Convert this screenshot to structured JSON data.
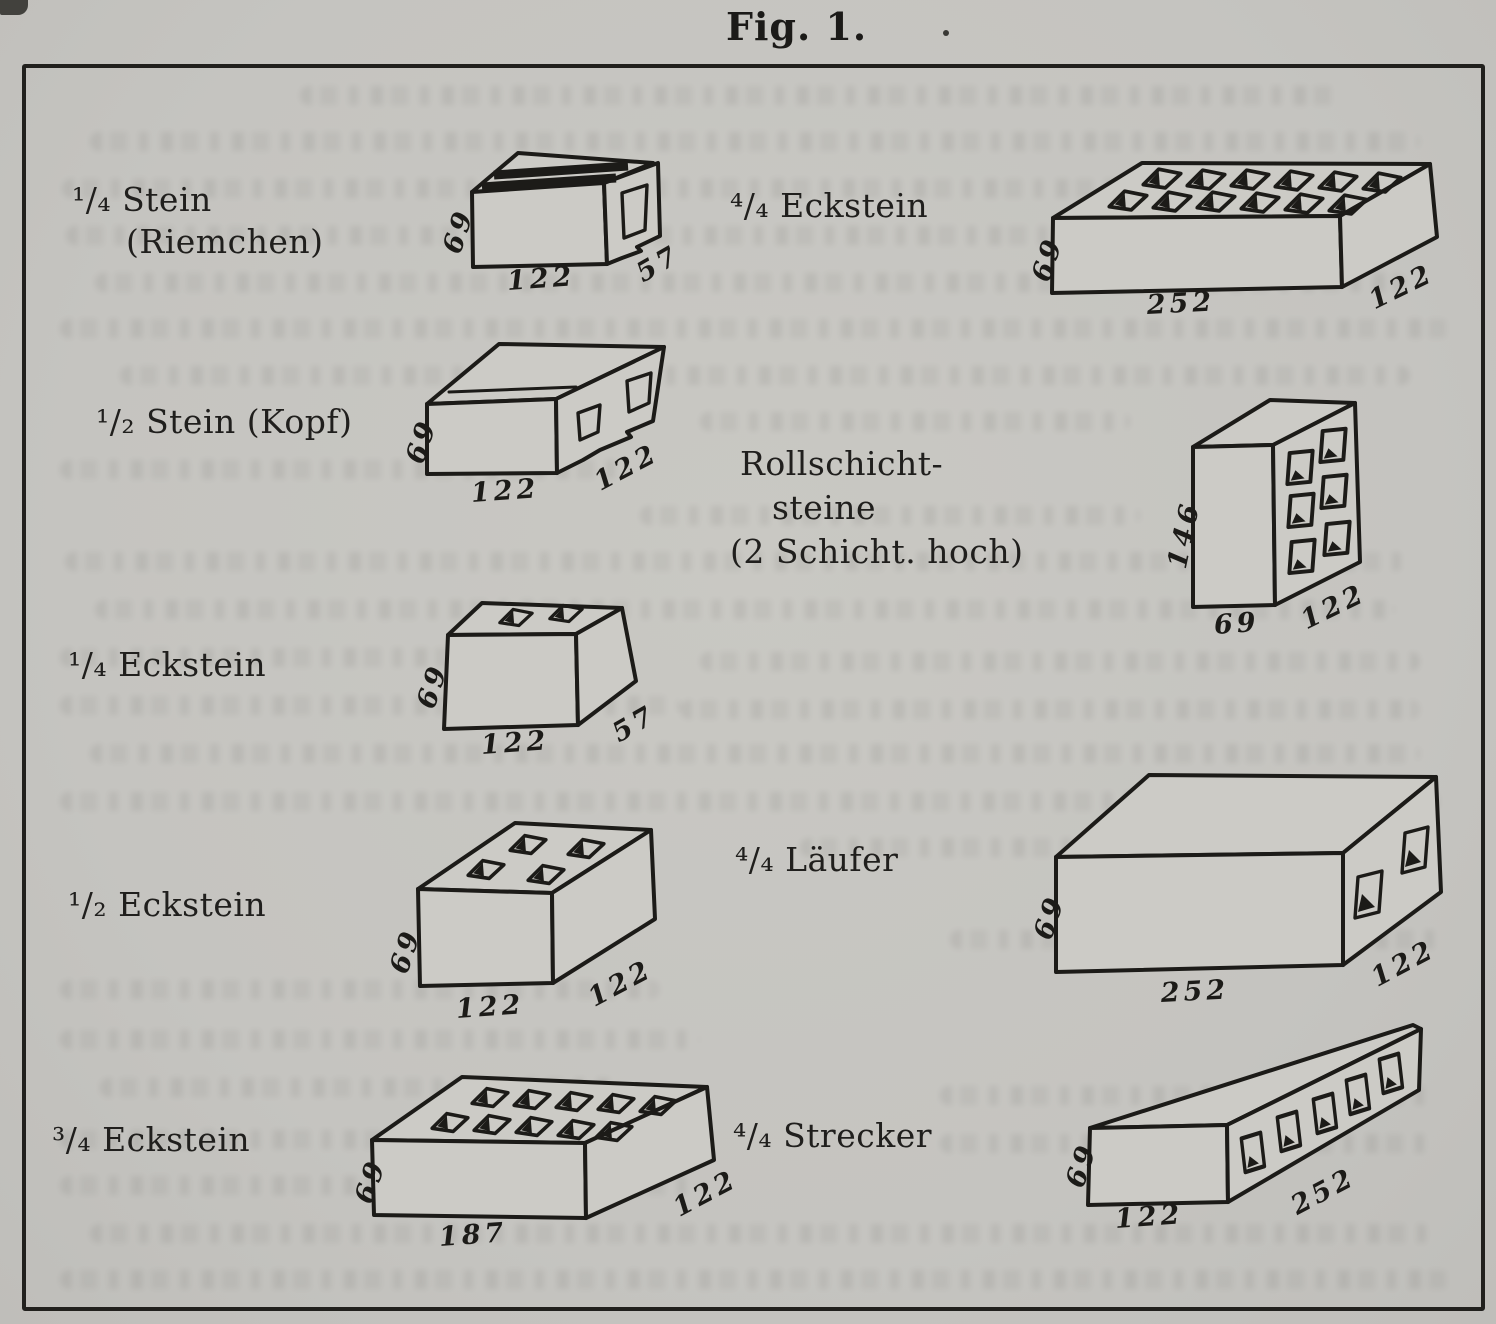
{
  "figure_title": "Fig. 1.",
  "items": [
    {
      "name": "quarter-stein-riemchen",
      "label_line1": "¹/₄ Stein",
      "label_line2": "(Riemchen)",
      "dims": {
        "height": "69",
        "width": "122",
        "depth": "57"
      }
    },
    {
      "name": "half-stein-kopf",
      "label_line1": "¹/₂ Stein (Kopf)",
      "dims": {
        "height": "69",
        "width": "122",
        "depth": "122"
      }
    },
    {
      "name": "quarter-eckstein",
      "label_line1": "¹/₄ Eckstein",
      "dims": {
        "height": "69",
        "width": "122",
        "depth": "57"
      }
    },
    {
      "name": "half-eckstein",
      "label_line1": "¹/₂ Eckstein",
      "dims": {
        "height": "69",
        "width": "122",
        "depth": "122"
      }
    },
    {
      "name": "threequarter-eckstein",
      "label_line1": "³/₄ Eckstein",
      "dims": {
        "height": "69",
        "width": "187",
        "depth": "122"
      }
    },
    {
      "name": "full-eckstein",
      "label_line1": "⁴/₄ Eckstein",
      "dims": {
        "height": "69",
        "width": "252",
        "depth": "122"
      }
    },
    {
      "name": "rollschichtsteine",
      "label_line1": "Rollschicht-",
      "label_line2": "steine",
      "label_line3": "(2 Schicht. hoch)",
      "dims": {
        "height": "146",
        "width": "69",
        "depth": "122"
      }
    },
    {
      "name": "full-laeufer",
      "label_line1": "⁴/₄ Läufer",
      "dims": {
        "height": "69",
        "width": "252",
        "depth": "122"
      }
    },
    {
      "name": "full-strecker",
      "label_line1": "⁴/₄ Strecker",
      "dims": {
        "height": "69",
        "width": "122",
        "depth": "252"
      }
    }
  ],
  "colors": {
    "paper": "#c6c5c1",
    "ink": "#1c1b18",
    "brick_face": "#cccbc6"
  }
}
